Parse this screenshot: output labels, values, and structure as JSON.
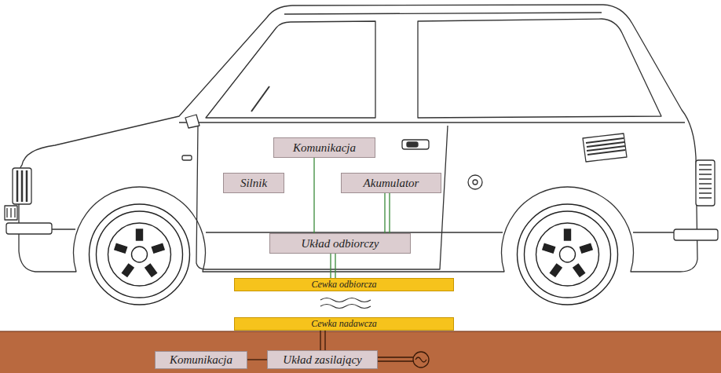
{
  "diagram": {
    "nodes": [
      {
        "text": [
          "Komunikacja"
        ]
      },
      {
        "text": [
          "Silnik"
        ]
      },
      {
        "text": [
          "Akumulator"
        ]
      },
      {
        "text": [
          "Układ odbiorczy"
        ]
      },
      {
        "text": [
          "Cewka odbiorcza"
        ]
      },
      {
        "text": [
          "Cewka nadawcza"
        ]
      },
      {
        "text": [
          "Komunikacja"
        ]
      },
      {
        "text": [
          "Układ zasilający"
        ]
      }
    ],
    "edges": [
      {
        "from": 0,
        "to": 3,
        "arrow": "none"
      },
      {
        "from": 2,
        "to": 3,
        "arrow": "none"
      },
      {
        "from": 3,
        "to": 4,
        "arrow": "none"
      },
      {
        "from": 5,
        "to": 7,
        "arrow": "none"
      },
      {
        "from": 6,
        "to": 7,
        "arrow": "none"
      }
    ]
  }
}
